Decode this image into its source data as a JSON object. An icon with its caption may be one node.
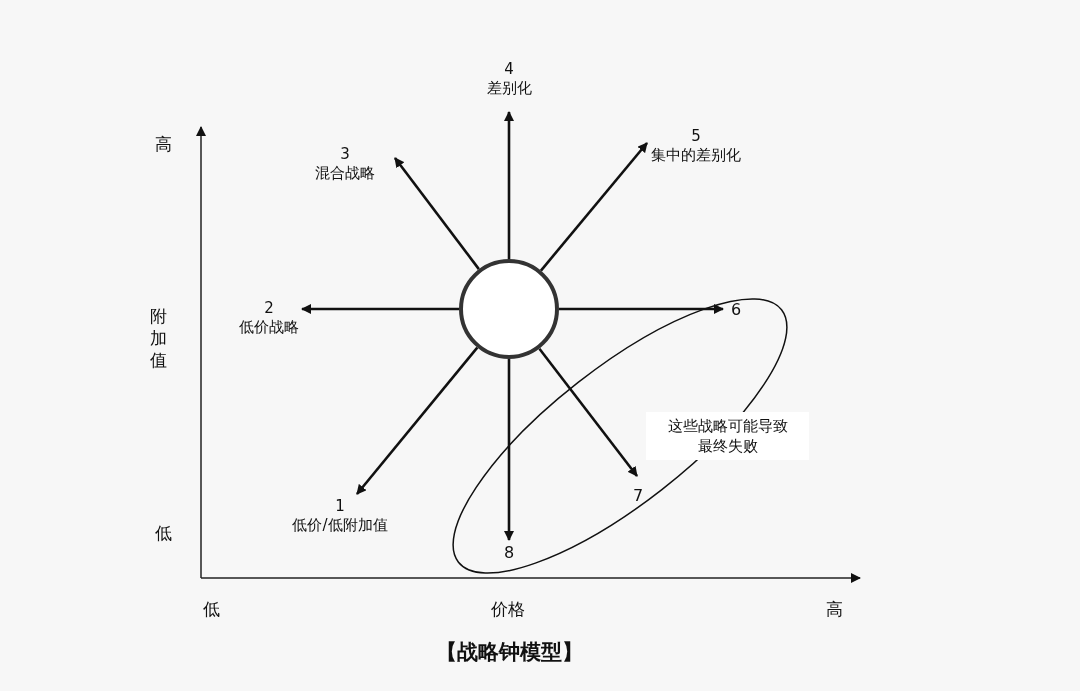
{
  "diagram": {
    "title": "【战略钟模型】",
    "nodes": [
      {
        "text": [],
        "shape": "circle"
      },
      {
        "text": [
          "1",
          "低价/低附加值"
        ]
      },
      {
        "text": [
          "2",
          "低价战略"
        ]
      },
      {
        "text": [
          "3",
          "混合战略"
        ]
      },
      {
        "text": [
          "4",
          "差别化"
        ]
      },
      {
        "text": [
          "5",
          "集中的差别化"
        ]
      },
      {
        "text": [
          "6"
        ]
      },
      {
        "text": [
          "7"
        ]
      },
      {
        "text": [
          "8"
        ]
      },
      {
        "text": [
          "这些战略可能导致最终失败"
        ]
      }
    ],
    "edges": [
      {
        "from": 0,
        "to": 1,
        "arrow": "to"
      },
      {
        "from": 0,
        "to": 2,
        "arrow": "to"
      },
      {
        "from": 0,
        "to": 3,
        "arrow": "to"
      },
      {
        "from": 0,
        "to": 4,
        "arrow": "to"
      },
      {
        "from": 0,
        "to": 5,
        "arrow": "to"
      },
      {
        "from": 0,
        "to": 6,
        "arrow": "to"
      },
      {
        "from": 0,
        "to": 7,
        "arrow": "to"
      },
      {
        "from": 0,
        "to": 8,
        "arrow": "to"
      }
    ],
    "labels": [
      "高",
      "附加值",
      "低",
      "低",
      "价格",
      "高"
    ]
  }
}
